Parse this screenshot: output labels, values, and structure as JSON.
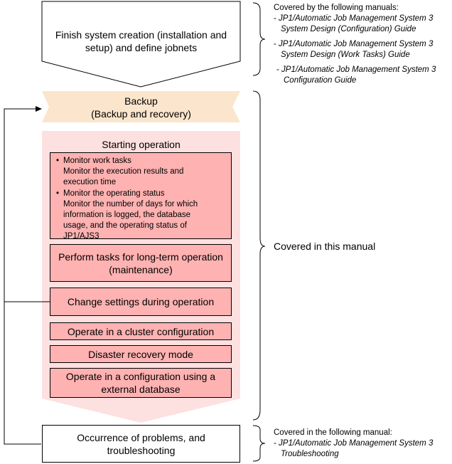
{
  "top_box": {
    "line1": "Finish system creation (installation and",
    "line2": "setup) and define jobnets"
  },
  "backup": {
    "line1": "Backup",
    "line2": "(Backup and recovery)"
  },
  "operation": {
    "title": "Starting operation",
    "monitor_items": [
      {
        "bullet": "•",
        "head": "Monitor work tasks",
        "lines": [
          "Monitor the execution results and",
          "execution time"
        ]
      },
      {
        "bullet": "•",
        "head": "Monitor the operating status",
        "lines": [
          "Monitor the number of days for which",
          "information is logged, the database",
          "usage, and the operating status of",
          "JP1/AJS3"
        ]
      }
    ],
    "long_term": {
      "line1": "Perform tasks for long-term operation",
      "line2": "(maintenance)"
    },
    "change_settings": "Change settings during operation",
    "cluster": "Operate in a cluster configuration",
    "disaster": "Disaster recovery mode",
    "external_db": {
      "line1": "Operate in a configuration using a",
      "line2": "external database"
    }
  },
  "problems": {
    "line1": "Occurrence of problems, and",
    "line2": "troubleshooting"
  },
  "notes": {
    "top": {
      "heading": "Covered by the following manuals:",
      "items": [
        {
          "prefix": "- ",
          "line1": "JP1/Automatic Job Management System 3",
          "line2": "System Design (Configuration) Guide"
        },
        {
          "prefix": "- ",
          "line1": "JP1/Automatic Job Management System 3",
          "line2": "System Design (Work Tasks) Guide"
        },
        {
          "prefix": "- ",
          "line1": "JP1/Automatic Job Management System 3",
          "line2": "Configuration Guide"
        }
      ]
    },
    "middle": "Covered in this manual",
    "bottom": {
      "heading": "Covered in the following manual:",
      "items": [
        {
          "prefix": "- ",
          "line1": "JP1/Automatic Job Management System 3",
          "line2": "Troubleshooting"
        }
      ]
    }
  },
  "colors": {
    "backup_fill": "#fbe5cc",
    "operation_fill": "#fde0e0",
    "box_fill": "#ffb2b2",
    "line": "#000000"
  }
}
